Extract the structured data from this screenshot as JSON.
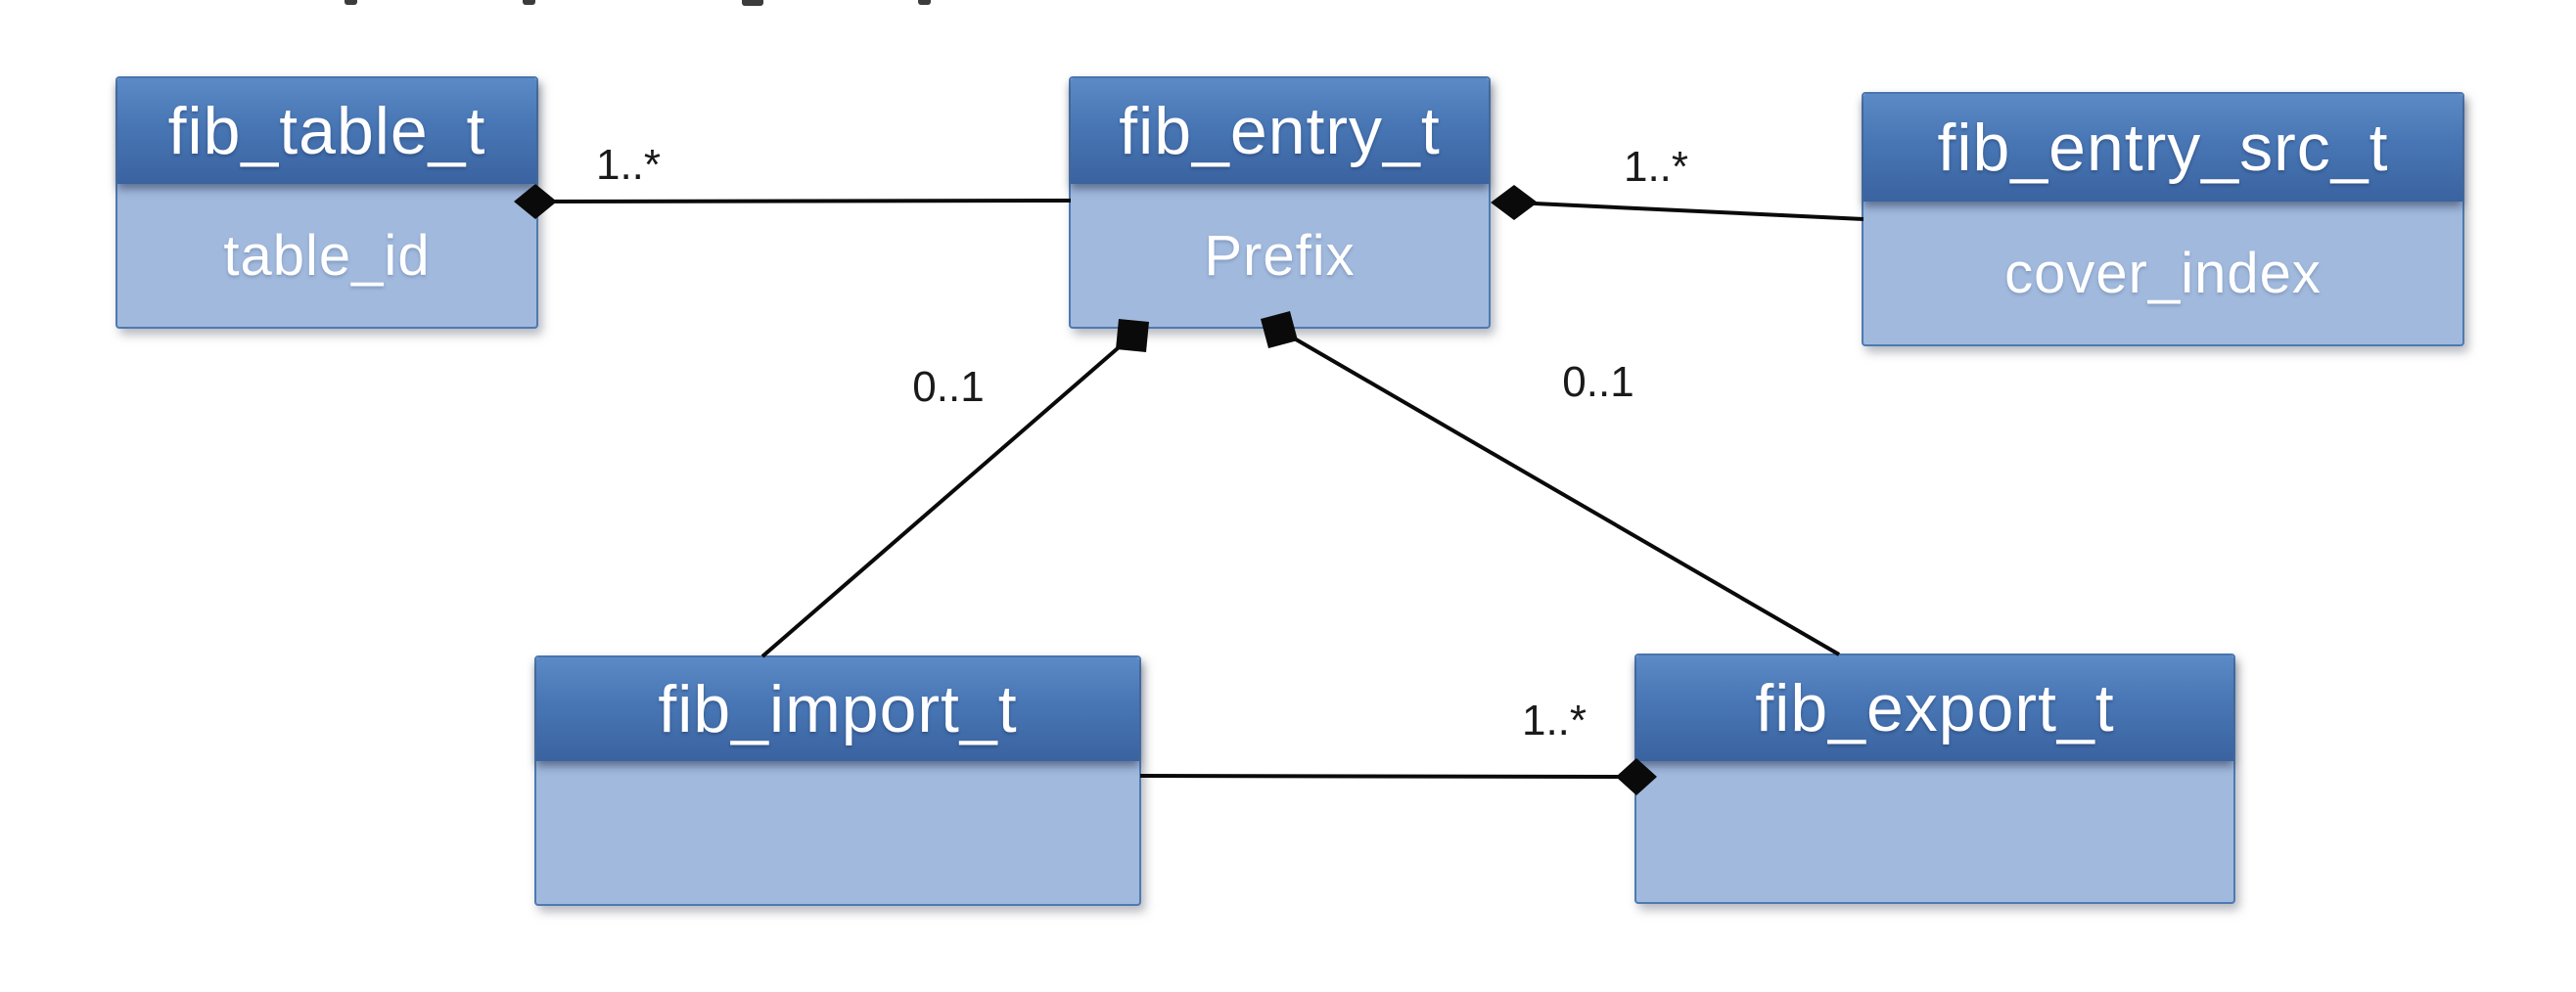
{
  "diagram": {
    "type": "uml-class-diagram",
    "classes": [
      {
        "name": "fib_table_t",
        "attribute": "table_id"
      },
      {
        "name": "fib_entry_t",
        "attribute": "Prefix"
      },
      {
        "name": "fib_entry_src_t",
        "attribute": "cover_index"
      },
      {
        "name": "fib_import_t",
        "attribute": ""
      },
      {
        "name": "fib_export_t",
        "attribute": ""
      }
    ],
    "associations": [
      {
        "from": "fib_table_t",
        "to": "fib_entry_t",
        "multiplicity": "1..*",
        "diamond_end": "fib_table_t"
      },
      {
        "from": "fib_entry_t",
        "to": "fib_entry_src_t",
        "multiplicity": "1..*",
        "diamond_end": "fib_entry_t"
      },
      {
        "from": "fib_entry_t",
        "to": "fib_import_t",
        "multiplicity": "0..1",
        "diamond_end": "fib_entry_t"
      },
      {
        "from": "fib_entry_t",
        "to": "fib_export_t",
        "multiplicity": "0..1",
        "diamond_end": "fib_entry_t"
      },
      {
        "from": "fib_import_t",
        "to": "fib_export_t",
        "multiplicity": "1..*",
        "diamond_end": "fib_export_t"
      }
    ],
    "colors": {
      "header_gradient_top": "#5c8ac6",
      "header_gradient_bottom": "#3a63a0",
      "body_fill": "#a1b9dd",
      "box_border": "#4d7ab2",
      "connector_line": "#0a0a0a",
      "diamond_fill": "#0a0a0a",
      "class_text": "#ffffff",
      "multiplicity_text": "#1a1a1a",
      "background": "#ffffff"
    }
  }
}
